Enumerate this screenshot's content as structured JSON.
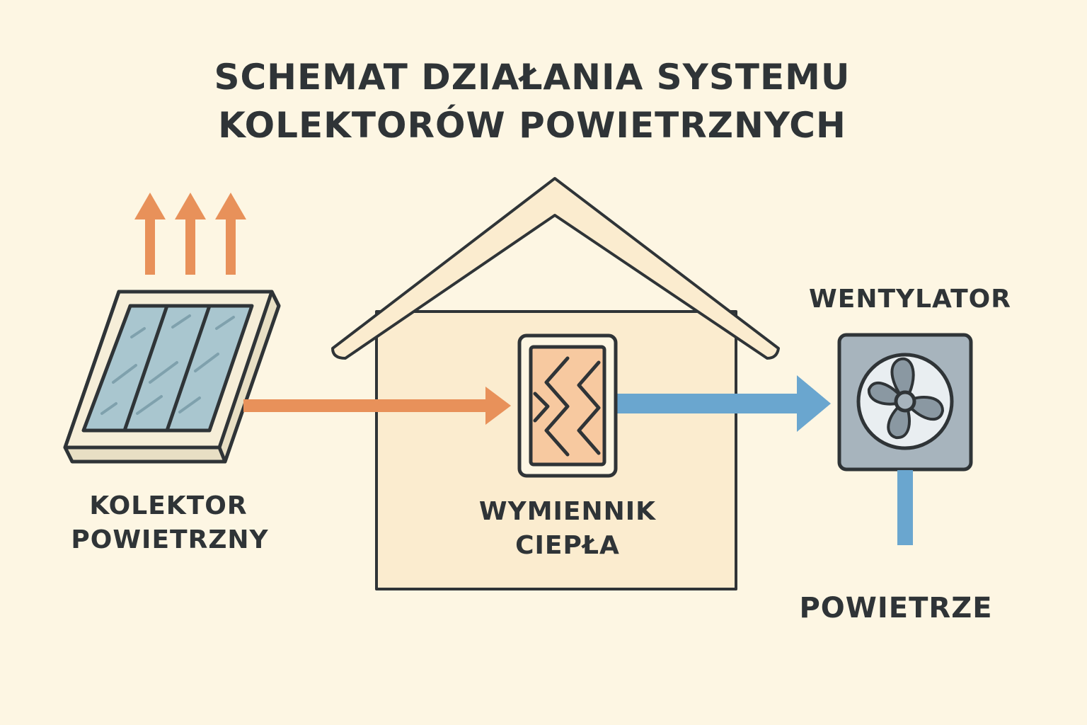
{
  "title": {
    "line1": "SCHEMAT DZIAŁANIA SYSTEMU",
    "line2": "KOLEKTORÓW POWIETRZNYCH"
  },
  "labels": {
    "collector_line1": "KOLEKTOR",
    "collector_line2": "POWIETRZNY",
    "exchanger_line1": "WYMIENNIK",
    "exchanger_line2": "CIEPŁA",
    "fan": "WENTYLATOR",
    "air": "POWIETRZE"
  },
  "colors": {
    "background": "#fdf6e3",
    "outline": "#2f3437",
    "warm_arrow": "#e8915a",
    "cool_arrow": "#6aa6cf",
    "house_fill": "#fbeccf",
    "exchanger_fill": "#f7c9a0",
    "panel_glass": "#a9c6cf",
    "fan_box": "#a7b4bd",
    "text": "#2f3437"
  },
  "icons": {
    "collector": "solar-air-collector-icon",
    "exchanger": "heat-exchanger-icon",
    "fan": "fan-icon"
  }
}
